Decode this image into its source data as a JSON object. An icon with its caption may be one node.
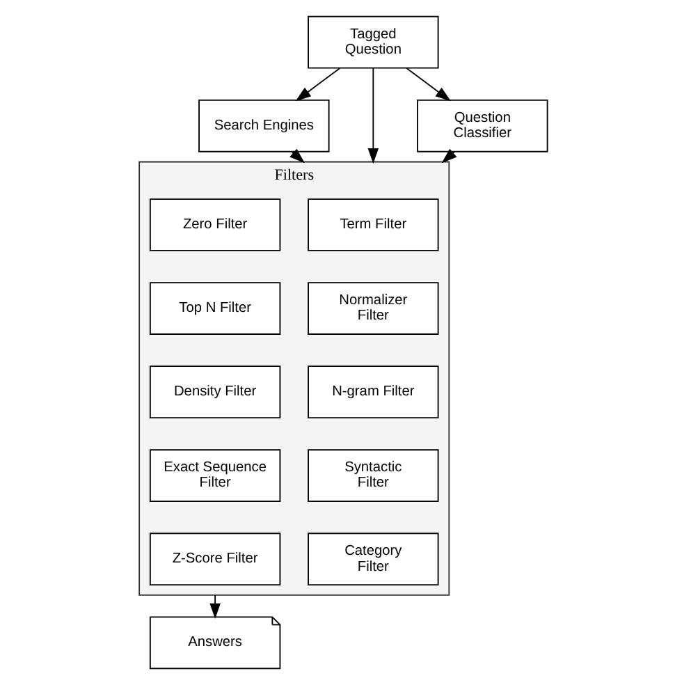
{
  "diagram": {
    "nodes": [
      {
        "text": [
          "Search Engines"
        ]
      },
      {
        "text": [
          "Filters"
        ]
      },
      {
        "text": [
          "Term Filter"
        ],
        "in": 1
      },
      {
        "text": [
          "Zero Filter"
        ],
        "in": 1
      },
      {
        "text": [
          "Normalizer Filter"
        ],
        "in": 1
      },
      {
        "text": [
          "Top N Filter"
        ],
        "in": 1
      },
      {
        "text": [
          "N-gram Filter"
        ],
        "in": 1
      },
      {
        "text": [
          "Density Filter"
        ],
        "in": 1
      },
      {
        "text": [
          "Syntactic Filter"
        ],
        "in": 1
      },
      {
        "text": [
          "Exact Sequence Filter"
        ],
        "in": 1
      },
      {
        "text": [
          "Category Filter"
        ],
        "in": 1
      },
      {
        "text": [
          "Z-Score Filter"
        ],
        "in": 1
      },
      {
        "text": [
          "Tagged Question"
        ]
      },
      {
        "text": [
          "Question Classifier"
        ]
      },
      {
        "text": [
          "Answers"
        ]
      }
    ],
    "edges": [
      {
        "from": 12,
        "to": 0,
        "arrow": "to"
      },
      {
        "from": 0,
        "to": 1,
        "arrow": "to"
      },
      {
        "from": 12,
        "to": 1,
        "arrow": "to"
      },
      {
        "from": 12,
        "to": 13,
        "arrow": "to"
      },
      {
        "from": 13,
        "to": 1,
        "arrow": "to"
      },
      {
        "from": 1,
        "to": 14,
        "arrow": "to"
      }
    ]
  }
}
